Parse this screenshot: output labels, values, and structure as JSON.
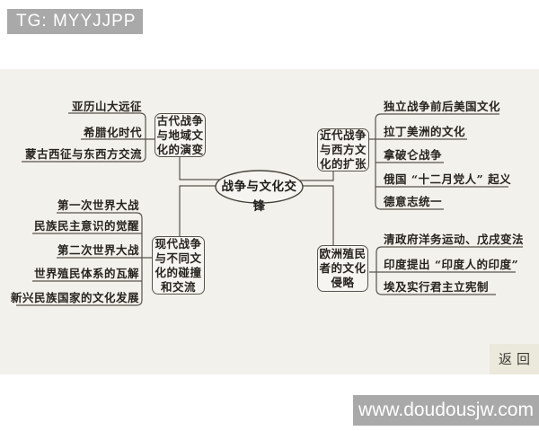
{
  "watermarks": {
    "top": "TG: MYYJJPP",
    "bottom": "www.doudousjw.com"
  },
  "back_button": {
    "label": "返回"
  },
  "mindmap": {
    "center": "战争与文化交锋",
    "branches": {
      "ancient": {
        "label": "古代战争与地域文化的演变",
        "lines": [
          "古代战争",
          "与地域文",
          "化的演变"
        ],
        "items": [
          "亚历山大远征",
          "希腊化时代",
          "蒙古西征与东西方交流"
        ]
      },
      "modern": {
        "label": "现代战争与不同文化的碰撞和交流",
        "lines": [
          "现代战争",
          "与不同文",
          "化的碰撞",
          "和交流"
        ],
        "items": [
          "第一次世界大战",
          "民族民主意识的觉醒",
          "第二次世界大战",
          "世界殖民体系的瓦解",
          "新兴民族国家的文化发展"
        ]
      },
      "early_modern": {
        "label": "近代战争与西方文化的扩张",
        "lines": [
          "近代战争",
          "与西方文",
          "化的扩张"
        ],
        "items": [
          "独立战争前后美国文化",
          "拉丁美洲的文化",
          "拿破仑战争",
          "俄国 “十二月党人” 起义",
          "德意志统一"
        ]
      },
      "colonial": {
        "label": "欧洲殖民者的文化侵略",
        "lines": [
          "欧洲殖民",
          "者的文化",
          "侵略"
        ],
        "items": [
          "清政府洋务运动、戊戌变法",
          "印度提出 “印度人的印度”",
          "埃及实行君主立宪制"
        ]
      }
    }
  }
}
